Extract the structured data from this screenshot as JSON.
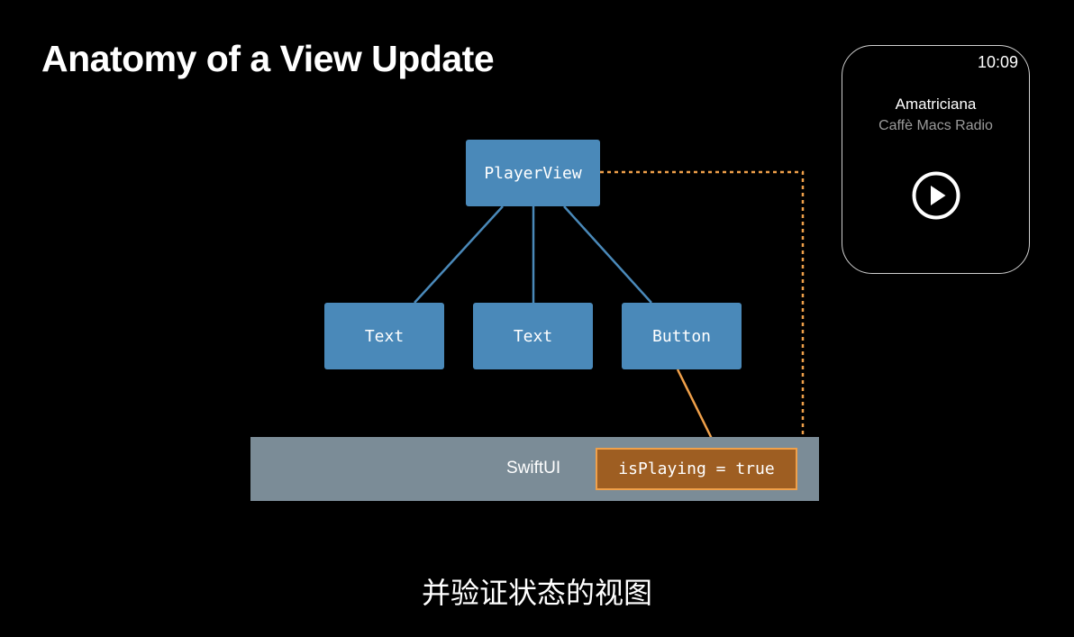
{
  "slide": {
    "title": "Anatomy of a View Update"
  },
  "diagram": {
    "root": {
      "label": "PlayerView"
    },
    "children": [
      {
        "label": "Text"
      },
      {
        "label": "Text"
      },
      {
        "label": "Button"
      }
    ],
    "framework": {
      "label": "SwiftUI",
      "state": "isPlaying = true"
    },
    "colors": {
      "node": "#4a89b9",
      "edge": "#4a89b9",
      "framework_bar": "#7b8c97",
      "state_fill": "#9e5e22",
      "state_border": "#f0a04a",
      "state_link": "#f0a04a"
    }
  },
  "watch": {
    "time": "10:09",
    "track": "Amatriciana",
    "station": "Caffè Macs Radio",
    "control_icon": "play-circle-icon"
  },
  "caption": {
    "text": "并验证状态的视图"
  }
}
